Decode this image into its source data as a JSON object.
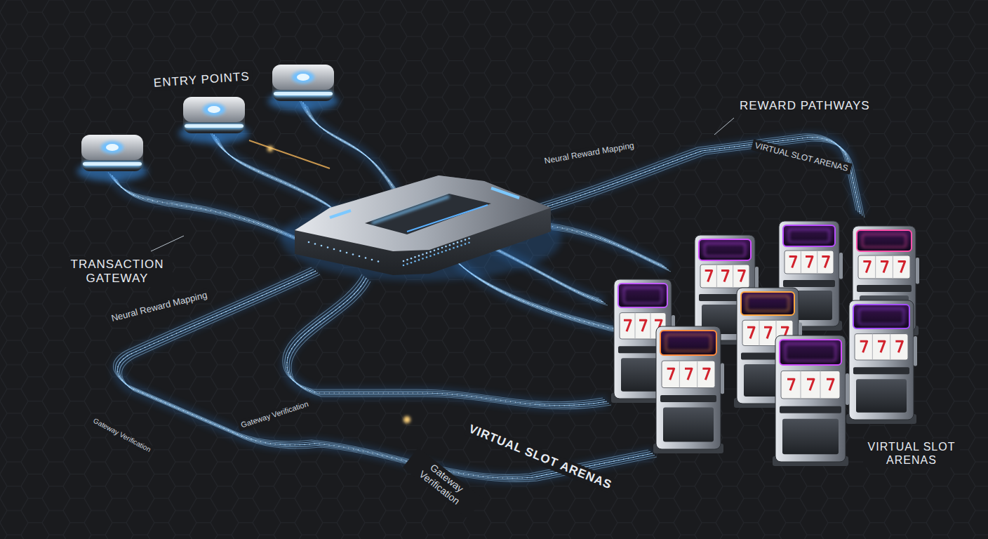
{
  "diagram": {
    "labels": [
      "ENTRY POINTS",
      "REWARD PATHWAYS",
      "Neural Reward Mapping",
      "VIRTUAL SLOT ARENAS",
      "TRANSACTION GATEWAY",
      "Neural Reward Mapping",
      "Gateway Verification",
      "Gateway Verification",
      "VIRTUAL SLOT ARENAS",
      "Gateway Verification",
      "VIRTUAL SLOT ARENAS"
    ]
  }
}
